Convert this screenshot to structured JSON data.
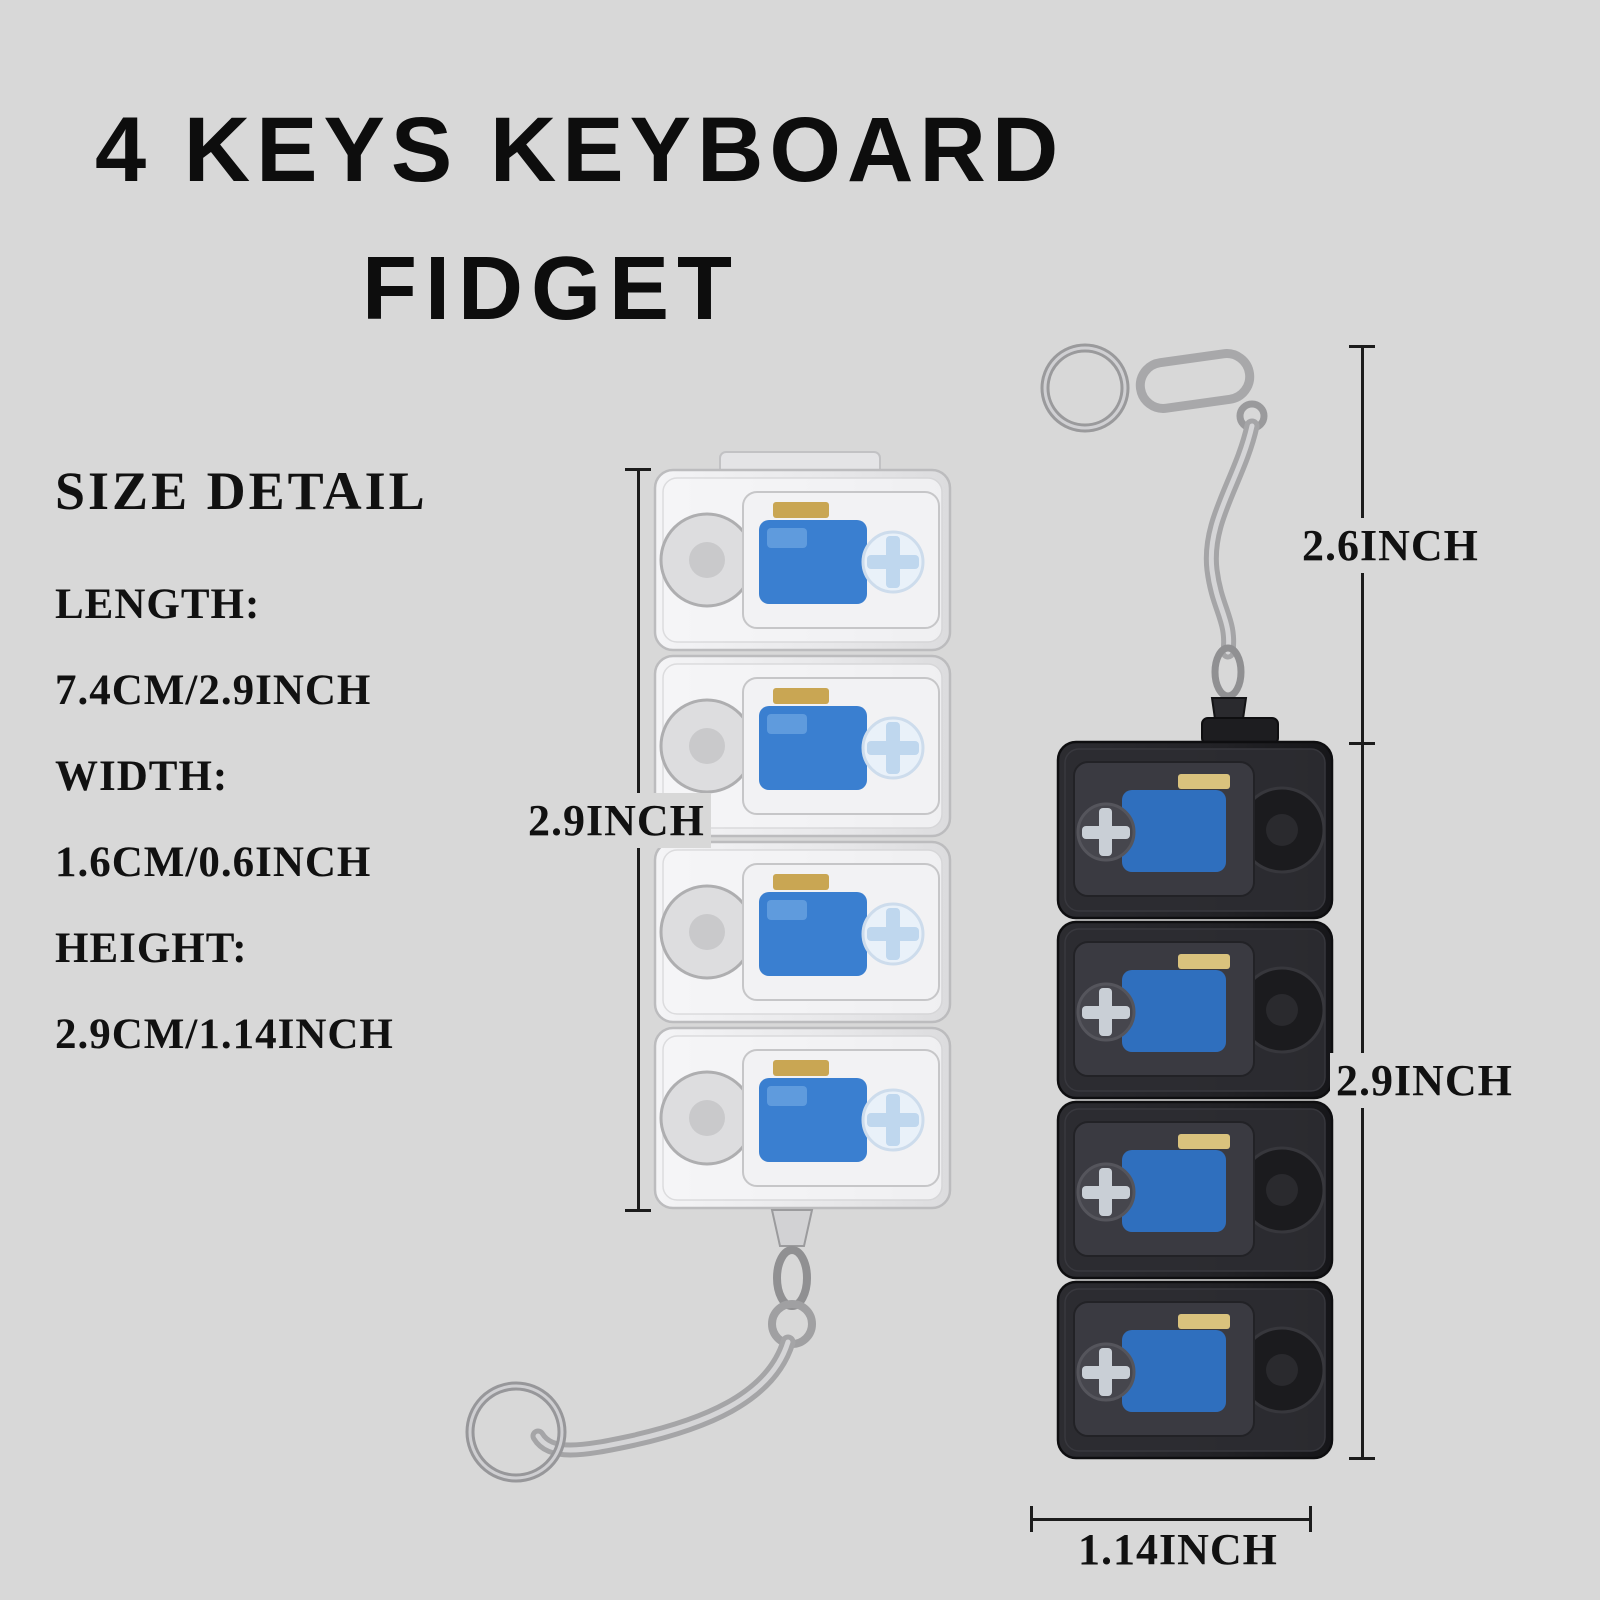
{
  "colors": {
    "background": "#d8d8d8",
    "text": "#111111",
    "switch_blue": "#3a7fd0",
    "switch_blue_dark": "#2f6fbe",
    "contact_gold": "#c9a653",
    "contact_gold_light": "#d9c27d",
    "clear_body": "#ececee",
    "black_body": "#232327",
    "metal": "#9a9a9c"
  },
  "title": {
    "line1": "4 KEYS KEYBOARD",
    "line2": "FIDGET"
  },
  "size_detail": {
    "heading": "SIZE DETAIL",
    "lines": [
      "LENGTH:",
      "7.4CM/2.9INCH",
      "WIDTH:",
      "1.6CM/0.6INCH",
      "HEIGHT:",
      "2.9CM/1.14INCH"
    ]
  },
  "dimensions": {
    "left_product_height": "2.9INCH",
    "keychain_length": "2.6INCH",
    "right_product_height": "2.9INCH",
    "product_width": "1.14INCH"
  },
  "products": [
    {
      "id": "clear-fidget",
      "keys": 4
    },
    {
      "id": "black-fidget",
      "keys": 4
    }
  ]
}
